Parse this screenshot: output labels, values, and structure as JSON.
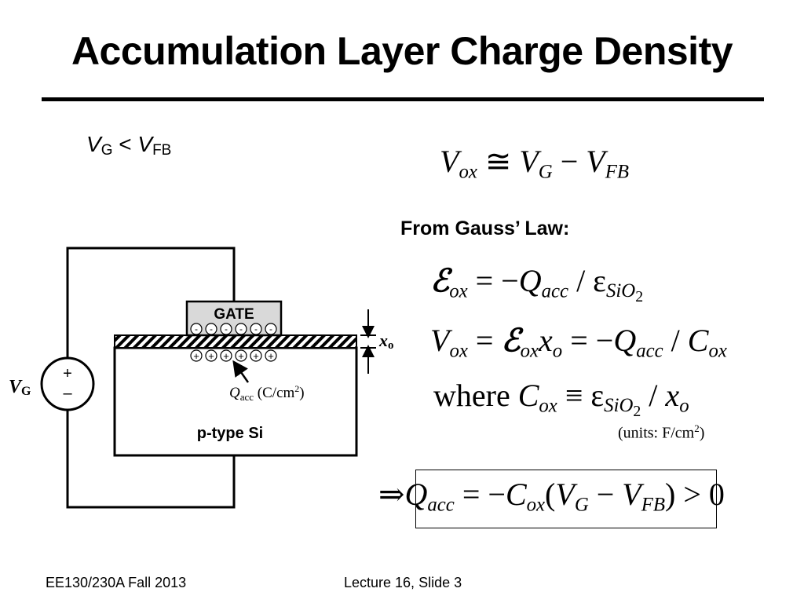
{
  "slide": {
    "title": "Accumulation Layer Charge Density",
    "condition": {
      "v": "V",
      "sub_g": "G",
      "lt": "<",
      "v2": "V",
      "sub_fb": "FB"
    },
    "gauss_heading": "From Gauss’ Law:",
    "units_note": {
      "prefix": "(units: F/cm",
      "exp": "2",
      "suffix": ")"
    }
  },
  "equations": {
    "vox_approx": {
      "v": "V",
      "ox": "ox",
      "op": " ≅ ",
      "vg": "V",
      "g": "G",
      "minus": " − ",
      "vfb": "V",
      "fb": "FB"
    },
    "efield": {
      "e": "ℰ",
      "ox": "ox",
      "eq": " = −",
      "q": "Q",
      "acc": "acc",
      "div": " / ε",
      "sio": "SiO",
      "two": "2"
    },
    "vox": {
      "v": "V",
      "ox": "ox",
      "eq": " =  ",
      "e": "ℰ",
      "ox2": "ox",
      "x": "x",
      "o": "o",
      "eq2": " = −",
      "q": "Q",
      "acc": "acc",
      "div": " / ",
      "c": "C",
      "ox3": "ox"
    },
    "where": {
      "word": "where ",
      "c": "C",
      "ox": "ox",
      "equiv": " ≡ ε",
      "sio": "SiO",
      "two": "2",
      "div": " / ",
      "x": "x",
      "o": "o"
    },
    "final": {
      "arrow": "⇒",
      "q": "Q",
      "acc": "acc",
      "eq": " = −",
      "c": "C",
      "ox": "ox",
      "lp": "(",
      "vg": "V",
      "g": "G",
      "minus": " − ",
      "vfb": "V",
      "fb": "FB",
      "rp": ")",
      "gt": " > 0"
    }
  },
  "diagram": {
    "gate_label": "GATE",
    "substrate_label": "p-type Si",
    "minus_sign": "-",
    "plus_sign": "+",
    "source_plus": "+",
    "source_minus": "–",
    "vg_v": "V",
    "vg_g": "G",
    "xo_x": "x",
    "xo_o": "o",
    "qacc_q": "Q",
    "qacc_sub": "acc",
    "qacc_unit": " (C/cm",
    "qacc_exp": "2",
    "qacc_close": ")"
  },
  "footer": {
    "course": "EE130/230A Fall 2013",
    "slide_ref": "Lecture 16, Slide 3"
  }
}
